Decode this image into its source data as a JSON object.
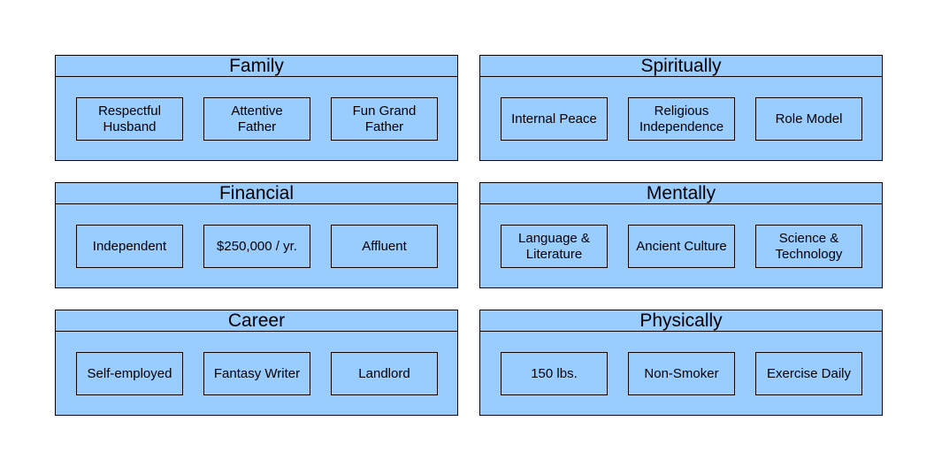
{
  "panels": [
    {
      "title": "Family",
      "items": [
        "Respectful\nHusband",
        "Attentive\nFather",
        "Fun Grand\nFather"
      ]
    },
    {
      "title": "Spiritually",
      "items": [
        "Internal Peace",
        "Religious\nIndependence",
        "Role Model"
      ]
    },
    {
      "title": "Financial",
      "items": [
        "Independent",
        "$250,000 / yr.",
        "Affluent"
      ]
    },
    {
      "title": "Mentally",
      "items": [
        "Language &\nLiterature",
        "Ancient Culture",
        "Science &\nTechnology"
      ]
    },
    {
      "title": "Career",
      "items": [
        "Self-employed",
        "Fantasy Writer",
        "Landlord"
      ]
    },
    {
      "title": "Physically",
      "items": [
        "150 lbs.",
        "Non-Smoker",
        "Exercise Daily"
      ]
    }
  ],
  "colors": {
    "panel_fill": "#99ccff",
    "border": "#000000",
    "background": "#ffffff"
  }
}
